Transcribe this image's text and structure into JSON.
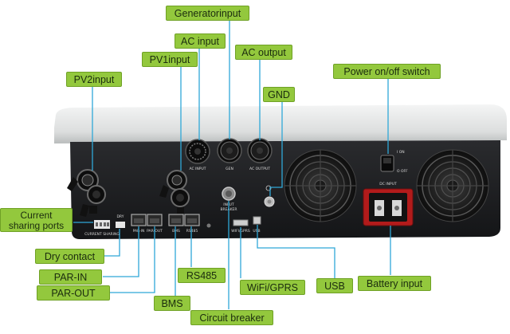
{
  "labels": {
    "generator_input": "Generatorinput",
    "ac_input": "AC input",
    "pv1_input": "PV1input",
    "ac_output": "AC output",
    "pv2_input": "PV2input",
    "gnd": "GND",
    "power_switch": "Power on/off switch",
    "current_sharing_line1": "Current",
    "current_sharing_line2": "sharing ports",
    "dry_contact": "Dry contact",
    "par_in": "PAR-IN",
    "par_out": "PAR-OUT",
    "rs485": "RS485",
    "bms": "BMS",
    "wifi_gprs": "WiFi/GPRS",
    "usb": "USB",
    "battery_input": "Battery input",
    "circuit_breaker": "Circuit breaker"
  },
  "panel_print": {
    "ac_input": "AC INPUT",
    "gen": "GEN",
    "ac_output": "AC OUTPUT",
    "input_breaker_1": "INPUT",
    "input_breaker_2": "BREAKER",
    "switch_on": "I  ON",
    "switch_off": "O OFF",
    "dc_input": "DC INPUT",
    "dry": "DRY",
    "par_in": "PAR-IN",
    "par_out": "PAR-OUT",
    "bms": "BMS",
    "rs485": "RS485",
    "wifi": "WIFI/GPRS",
    "usb": "USB",
    "current_sharing": "CURRENT SHARING"
  },
  "colors": {
    "label_fill": "#93c83d",
    "leader_line": "#2fa8d8",
    "housing_top": "#e8eaea",
    "panel_black": "#1c1d1f"
  },
  "icons": [
    "fan-icon",
    "connector-icon",
    "rj45-port-icon",
    "power-switch-icon",
    "ground-terminal-icon",
    "usb-port-icon",
    "battery-terminal-icon"
  ]
}
